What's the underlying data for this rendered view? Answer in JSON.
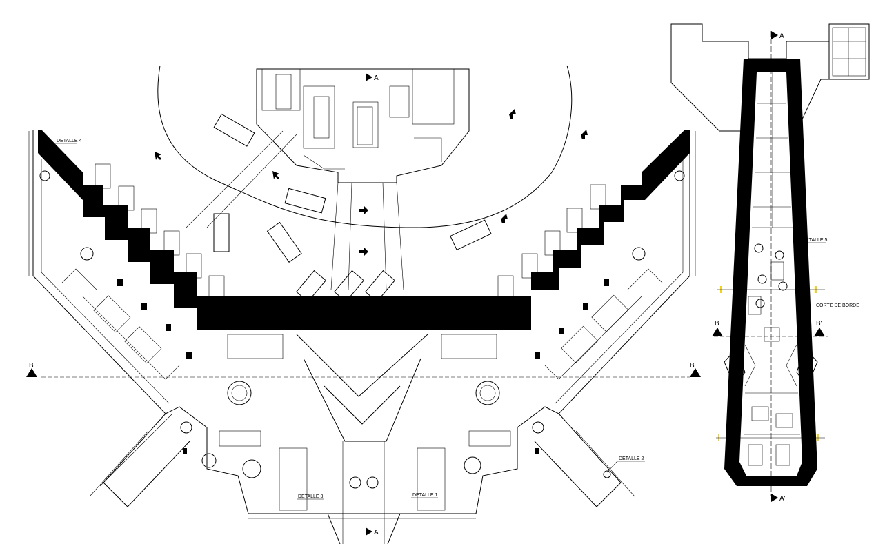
{
  "labels": {
    "detalle_1": "DETALLE 1",
    "detalle_2": "DETALLE 2",
    "detalle_3": "DETALLE 3",
    "detalle_4": "DETALLE 4",
    "detalle_5": "DETALLE 5",
    "corte_de_borde": "CORTE DE BORDE"
  },
  "section_marks": {
    "a": "A",
    "a_prime": "A'",
    "b": "B",
    "b_prime": "B'"
  }
}
